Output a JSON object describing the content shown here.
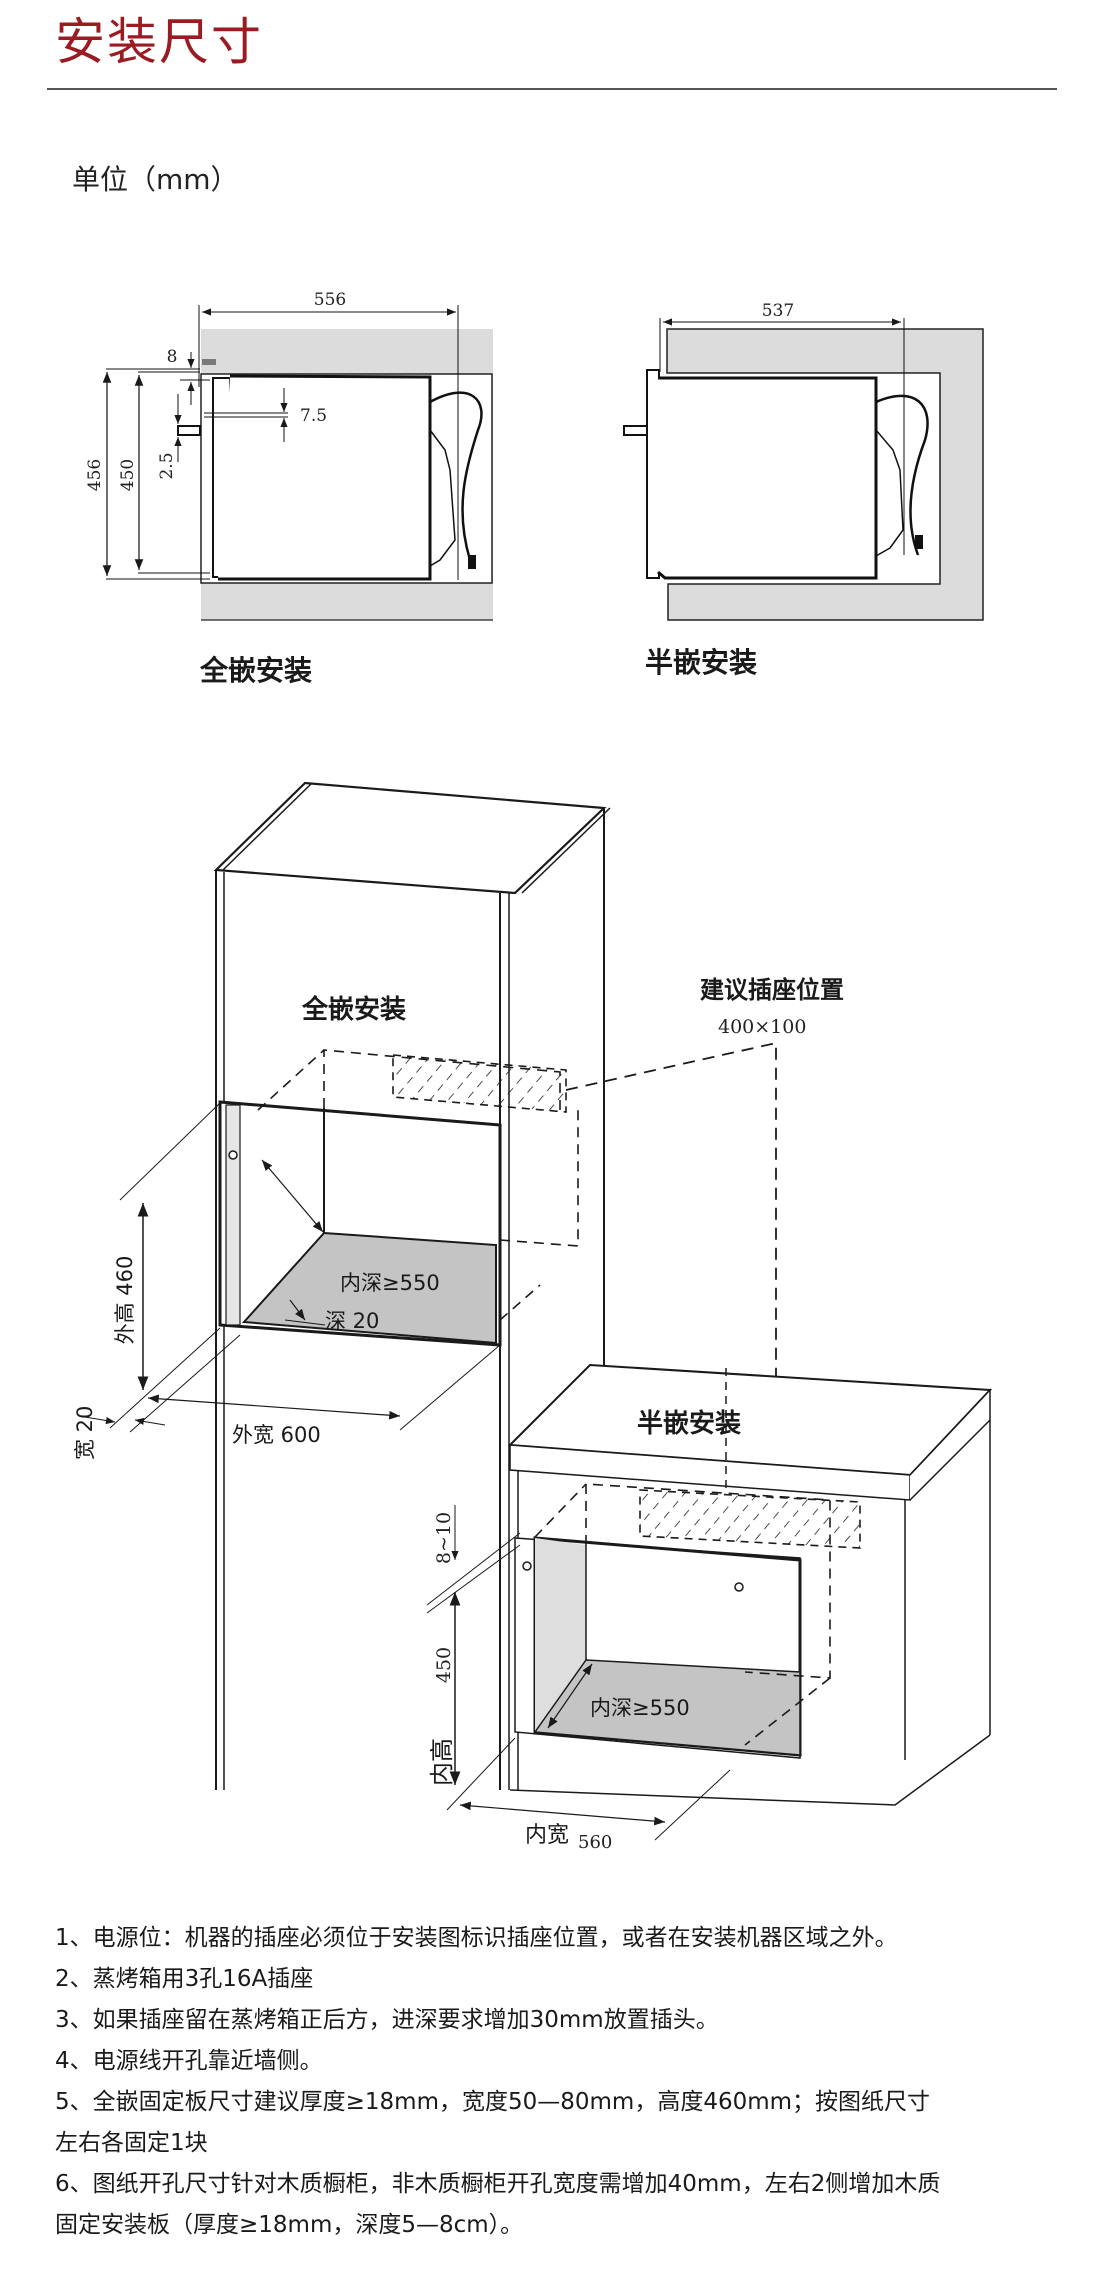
{
  "header": {
    "title": "安装尺寸",
    "unit": "单位（mm）"
  },
  "colors": {
    "title": "#9b1b22",
    "cabinet_fill": "#dcdcdc",
    "floor_fill": "#c4c4c4",
    "line": "#1a1a1a"
  },
  "side_views": {
    "full_embed": {
      "caption": "全嵌安装",
      "dims": {
        "depth": "556",
        "top_gap": "8",
        "gap": "7.5",
        "handle": "2.5",
        "outer_height": "456",
        "inner_height": "450"
      }
    },
    "half_embed": {
      "caption": "半嵌安装",
      "dims": {
        "depth": "537"
      }
    }
  },
  "iso_view": {
    "full_embed_label": "全嵌安装",
    "half_embed_label": "半嵌安装",
    "socket_label": "建议插座位置",
    "socket_size": "400×100",
    "full": {
      "inner_depth": "内深≥550",
      "depth_20": "深 20",
      "outer_height": "外高 460",
      "outer_width": "外宽 600",
      "width_20": "宽 20"
    },
    "half": {
      "gap": "8~10",
      "inner_height_value": "450",
      "inner_height_label": "内高",
      "inner_depth": "内深≥550",
      "inner_width_label": "内宽",
      "inner_width_value": "560"
    }
  },
  "notes": [
    "1、电源位：机器的插座必须位于安装图标识插座位置，或者在安装机器区域之外。",
    "2、蒸烤箱用3孔16A插座",
    "3、如果插座留在蒸烤箱正后方，进深要求增加30mm放置插头。",
    "4、电源线开孔靠近墙侧。",
    "5、全嵌固定板尺寸建议厚度≥18mm，宽度50—80mm，高度460mm；按图纸尺寸\n左右各固定1块",
    "6、图纸开孔尺寸针对木质橱柜，非木质橱柜开孔宽度需增加40mm，左右2侧增加木质\n固定安装板（厚度≥18mm，深度5—8cm）。"
  ]
}
